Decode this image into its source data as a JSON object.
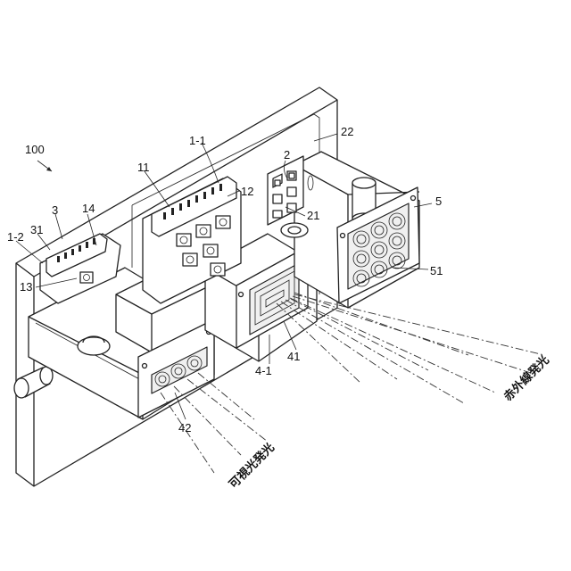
{
  "labels": {
    "ref_100": "100",
    "ref_3": "3",
    "ref_31": "31",
    "ref_1_2": "1-2",
    "ref_14": "14",
    "ref_13": "13",
    "ref_11": "11",
    "ref_1_1": "1-1",
    "ref_12": "12",
    "ref_2": "2",
    "ref_22": "22",
    "ref_21": "21",
    "ref_5": "5",
    "ref_51": "51",
    "ref_41": "41",
    "ref_4_1": "4-1",
    "ref_42": "42"
  },
  "captions": {
    "visible_light": "可視光発光",
    "infrared_light": "赤外線発光"
  }
}
